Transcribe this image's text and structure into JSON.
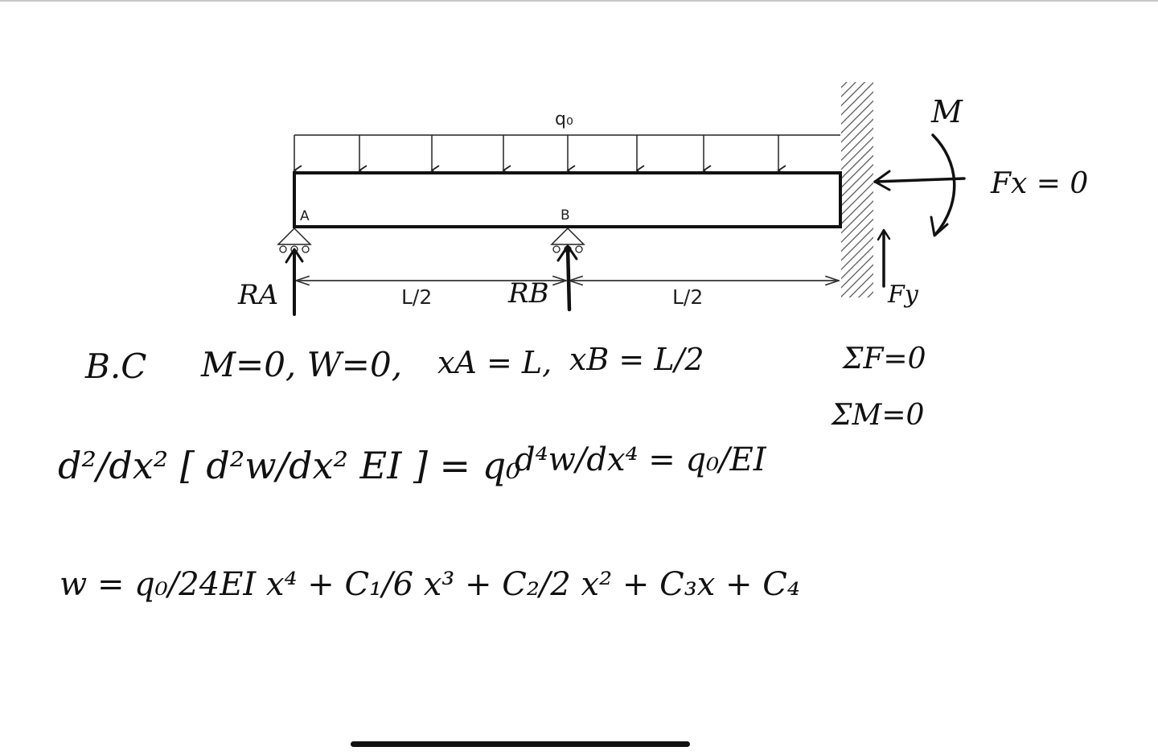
{
  "diagram": {
    "load_label": "q₀",
    "support_a_label": "A",
    "support_b_label": "B",
    "span_left_label": "L/2",
    "span_right_label": "L/2",
    "reaction_a_label": "RA",
    "reaction_b_label": "RB",
    "reaction_fy_label": "Fy",
    "moment_label": "M",
    "reaction_fx_label": "Fx = 0"
  },
  "notes": {
    "bc_label": "B.C",
    "bc_conditions": "M=0,  W=0,",
    "xa_eq": "xA = L,",
    "xb_eq": "xB = L/2",
    "sum_f": "ΣF=0",
    "sum_m": "ΣM=0",
    "eq1": "d²/dx² [ d²w/dx² EI ] = q₀",
    "eq2": "d⁴w/dx⁴ = q₀/EI",
    "eq3": "w = q₀/24EI x⁴ + C₁/6 x³ + C₂/2 x² + C₃x + C₄"
  }
}
